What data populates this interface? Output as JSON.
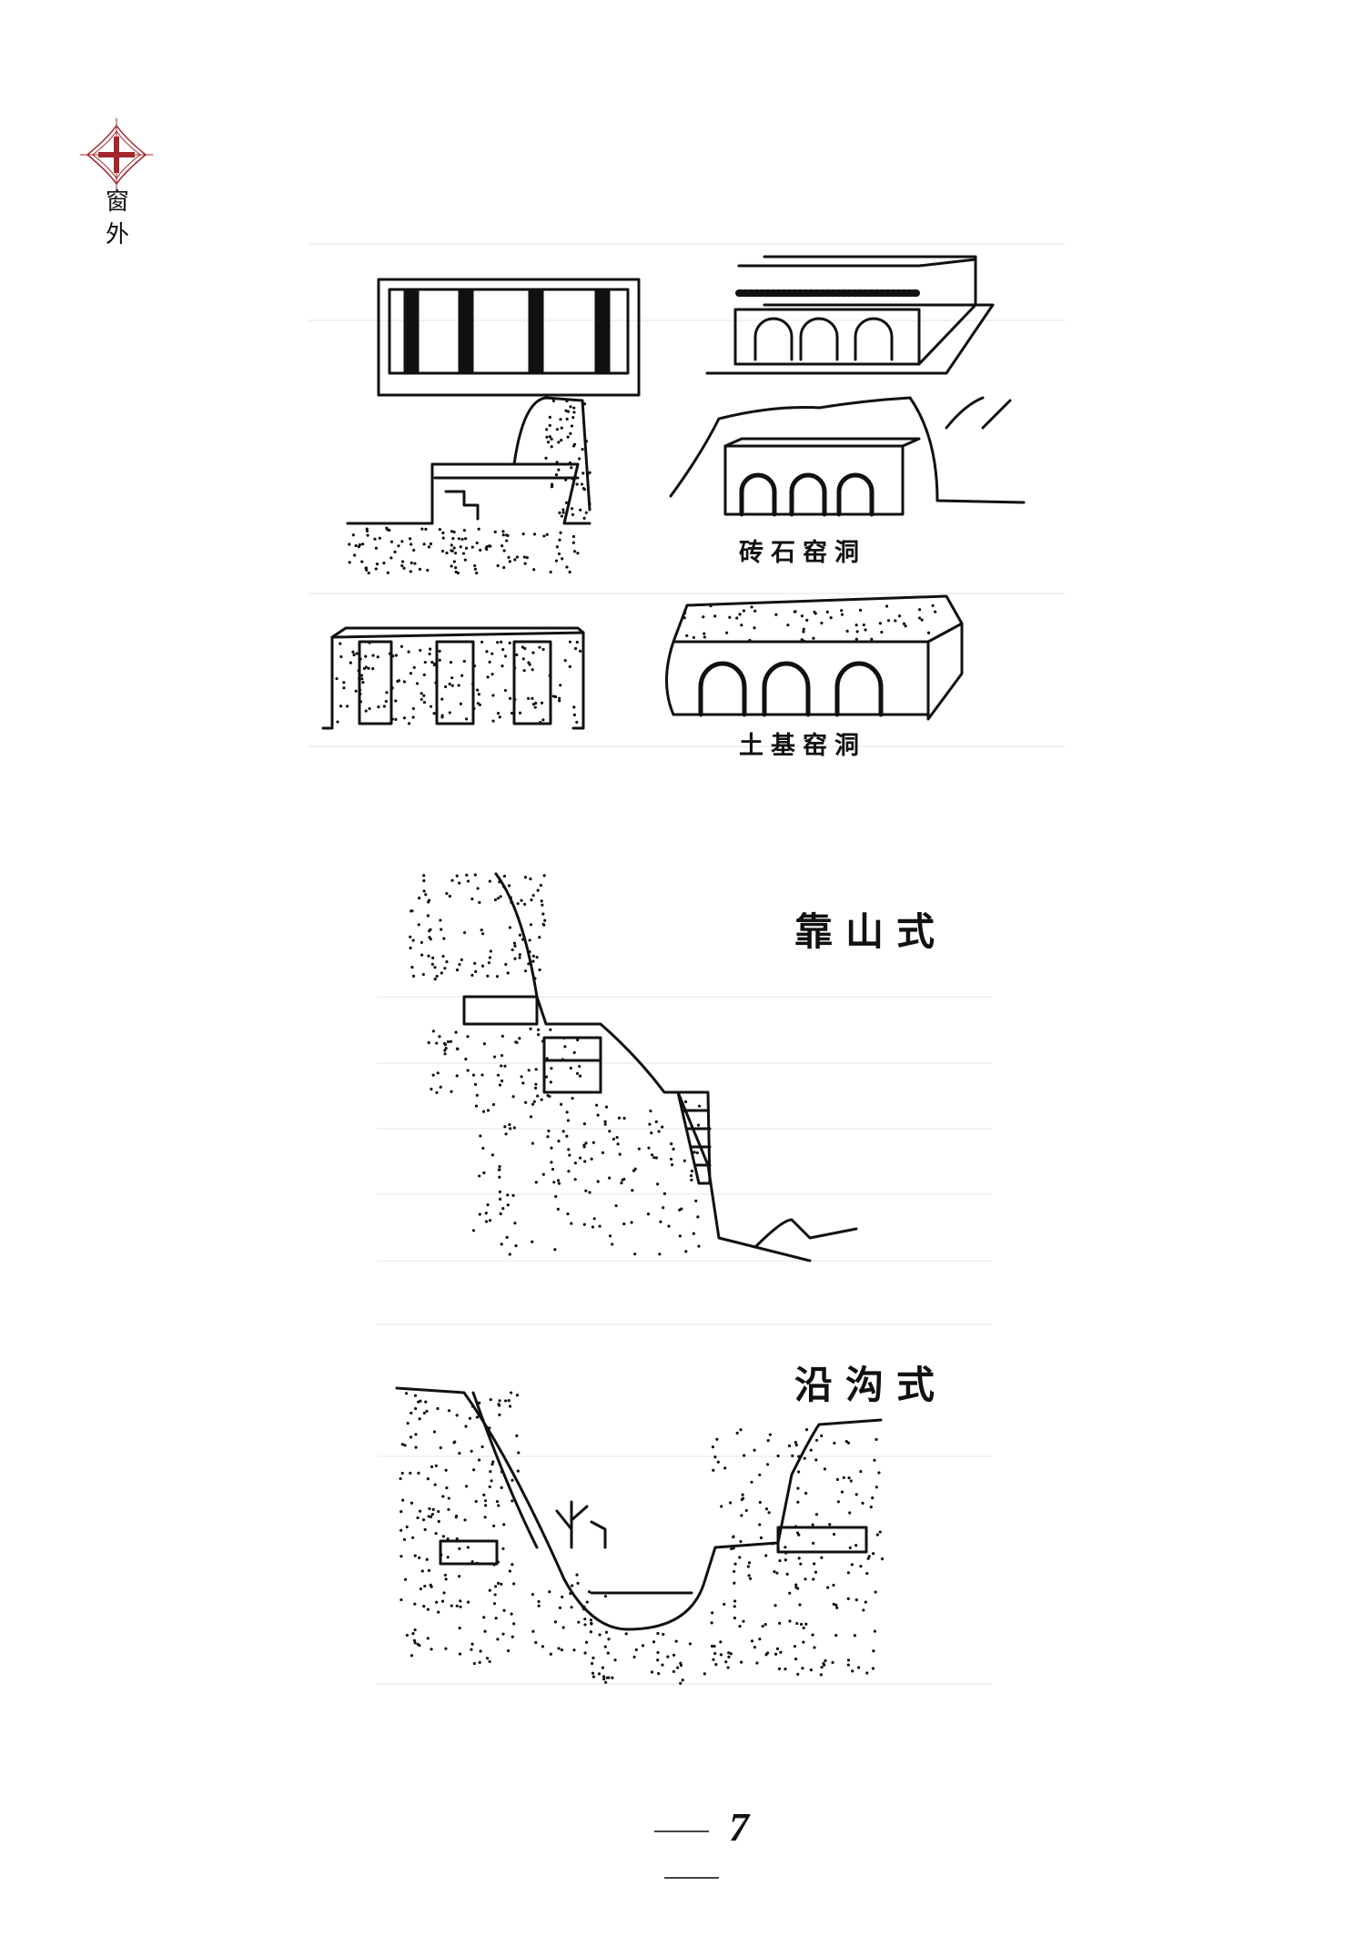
{
  "header": {
    "logo_text": "窗外"
  },
  "captions": {
    "brick_cave": "砖石窑洞",
    "earth_cave": "土基窑洞",
    "hillside": "靠山式",
    "gully": "沿沟式"
  },
  "footer": {
    "page_number": "7"
  },
  "colors": {
    "logo": "#a3262c",
    "ink": "#111111"
  }
}
